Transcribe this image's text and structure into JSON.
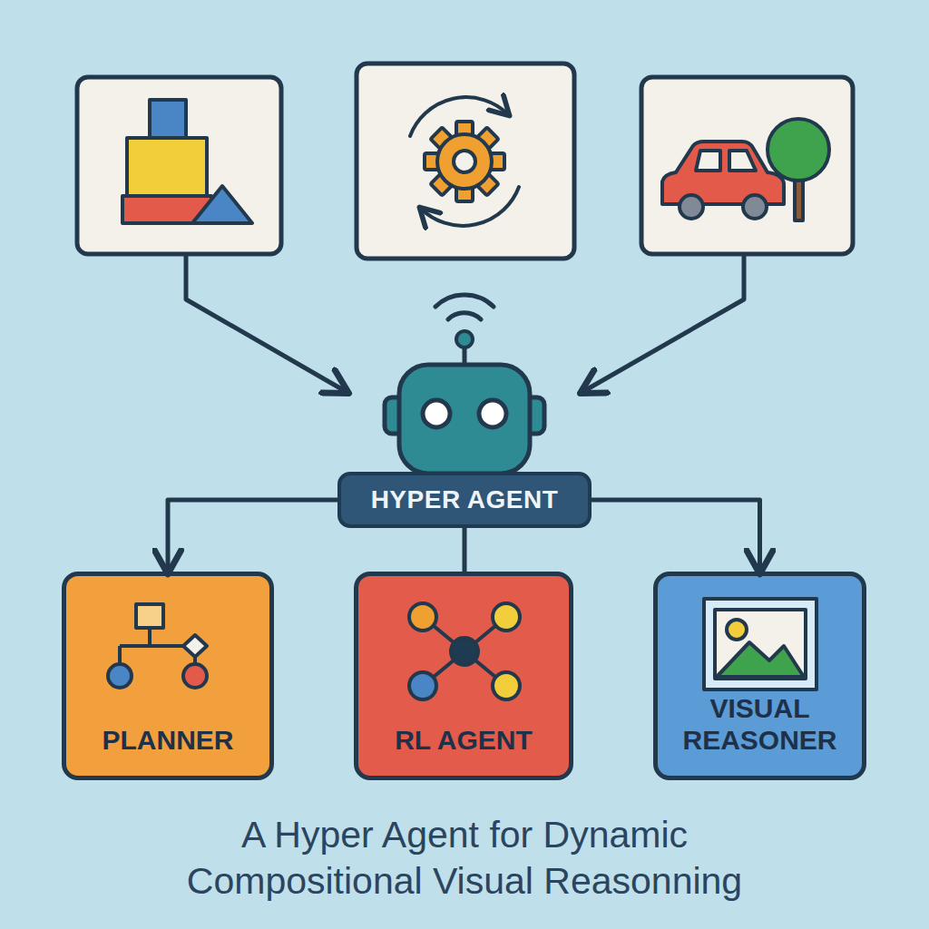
{
  "diagram": {
    "caption": "A Hyper Agent for Dynamic Compositional Visual Reasonning",
    "nodes": [
      {
        "text": [
          "HYPER AGENT"
        ]
      },
      {
        "text": [
          "PLANNER"
        ]
      },
      {
        "text": [
          "RL AGENT"
        ]
      },
      {
        "text": [
          "VISUAL REASONER"
        ]
      }
    ],
    "edges": [
      {
        "from": 0,
        "to": 1,
        "arrow": "to"
      },
      {
        "from": 0,
        "to": 2,
        "arrow": "none"
      },
      {
        "from": 0,
        "to": 3,
        "arrow": "to"
      }
    ]
  }
}
